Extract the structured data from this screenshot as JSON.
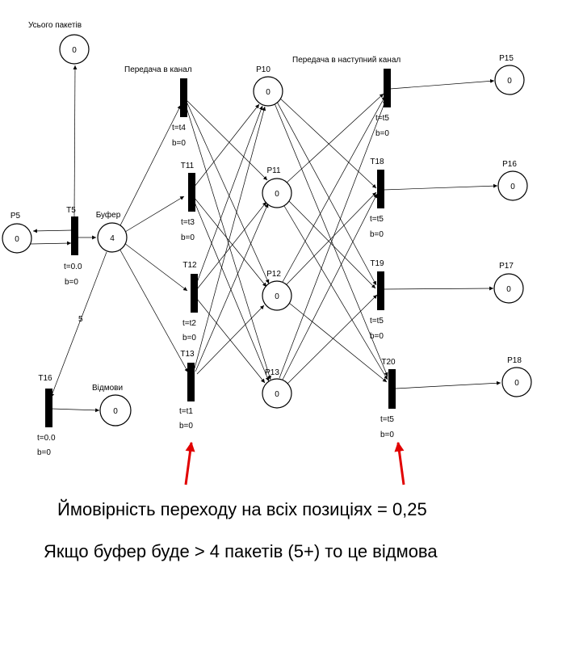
{
  "places": [
    {
      "id": "P_total",
      "label": "Усього пакетів",
      "tokens": "0"
    },
    {
      "id": "P5",
      "label": "P5",
      "tokens": "0"
    },
    {
      "id": "P_buf",
      "label": "Буфер",
      "tokens": "4"
    },
    {
      "id": "P_ref",
      "label": "Відмови",
      "tokens": "0"
    },
    {
      "id": "P10",
      "label": "P10",
      "tokens": "0"
    },
    {
      "id": "P11",
      "label": "P11",
      "tokens": "0"
    },
    {
      "id": "P12",
      "label": "P12",
      "tokens": "0"
    },
    {
      "id": "P13",
      "label": "P13",
      "tokens": "0"
    },
    {
      "id": "P15",
      "label": "P15",
      "tokens": "0"
    },
    {
      "id": "P16",
      "label": "P16",
      "tokens": "0"
    },
    {
      "id": "P17",
      "label": "P17",
      "tokens": "0"
    },
    {
      "id": "P18",
      "label": "P18",
      "tokens": "0"
    }
  ],
  "transitions": [
    {
      "id": "T5",
      "label": "T5",
      "time": "t=0.0",
      "priority": "b=0"
    },
    {
      "id": "T16",
      "label": "T16",
      "time": "t=0.0",
      "priority": "b=0"
    },
    {
      "id": "T_send",
      "label": "Передача в канал",
      "time": "t=t4",
      "priority": "b=0"
    },
    {
      "id": "T11",
      "label": "T11",
      "time": "t=t3",
      "priority": "b=0"
    },
    {
      "id": "T12",
      "label": "T12",
      "time": "t=t2",
      "priority": "b=0"
    },
    {
      "id": "T13",
      "label": "T13",
      "time": "t=t1",
      "priority": "b=0"
    },
    {
      "id": "T_next",
      "label": "Передача в наступний канал",
      "time": "t=t5",
      "priority": "b=0"
    },
    {
      "id": "T18",
      "label": "T18",
      "time": "t=t5",
      "priority": "b=0"
    },
    {
      "id": "T19",
      "label": "T19",
      "time": "t=t5",
      "priority": "b=0"
    },
    {
      "id": "T20",
      "label": "T20",
      "time": "t=t5",
      "priority": "b=0"
    }
  ],
  "arc_weight_label": "5",
  "notes": {
    "probability": "Ймовірність переходу на всіх позиціях = 0,25",
    "refusal": "Якщо буфер буде > 4 пакетів (5+) то це відмова"
  }
}
